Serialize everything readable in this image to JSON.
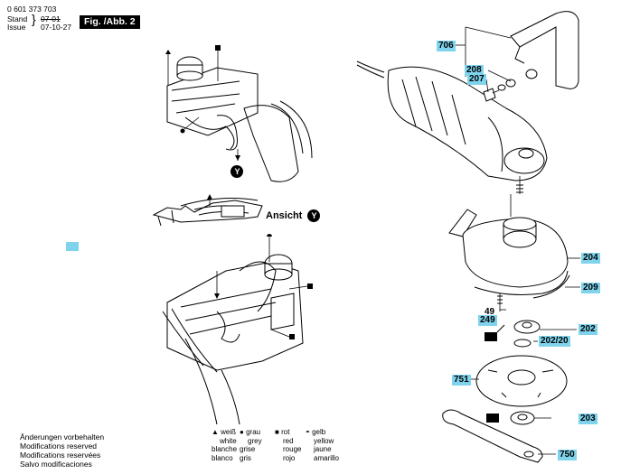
{
  "header": {
    "doc_number": "0 601 373 703",
    "stand_label": "Stand",
    "stand_old": "07-01",
    "issue_label": "Issue",
    "issue_date": "07-10-27",
    "figure_label": "Fig. /Abb. 2"
  },
  "ansicht": {
    "label": "Ansicht",
    "view_letter": "Y"
  },
  "arrow_letter": "Y",
  "callouts": {
    "c706": "706",
    "c208": "208",
    "c207": "207",
    "c204": "204",
    "c209": "209",
    "c49": "49",
    "c249": "249",
    "c202": "202",
    "c202_20": "202/20",
    "c751": "751",
    "c203": "203",
    "c750": "750"
  },
  "legend": [
    {
      "symbol": "▲",
      "de": "weiß",
      "en": "white",
      "fr": "blanche",
      "es": "blanco"
    },
    {
      "symbol": "●",
      "de": "grau",
      "en": "grey",
      "fr": "grise",
      "es": "gris"
    },
    {
      "symbol": "■",
      "de": "rot",
      "en": "red",
      "fr": "rouge",
      "es": "rojo"
    },
    {
      "symbol": "◓",
      "de": "gelb",
      "en": "yellow",
      "fr": "jaune",
      "es": "amarillo"
    }
  ],
  "footer": [
    "Änderungen vorbehalten",
    "Modifications reserved",
    "Modifications reservées",
    "Salvo modificaciones"
  ],
  "accent_color": "#7fd3ec"
}
